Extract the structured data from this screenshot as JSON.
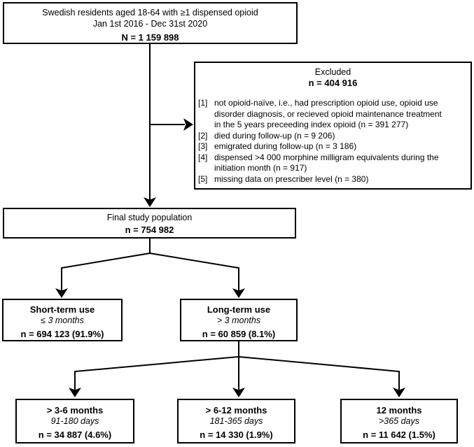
{
  "flowchart": {
    "top_box": {
      "line1": "Swedish residents aged 18-64 with ≥1 dispensed opioid",
      "line2": "Jan 1st 2016 - Dec 31st 2020",
      "n": "N = 1 159 898"
    },
    "excluded_box": {
      "title": "Excluded",
      "n": "n = 404 916",
      "items": [
        {
          "label": "[1]",
          "text": "not opioid-naïve, i.e., had prescription opioid use, opioid use\ndisorder diagnosis, or recieved opioid maintenance treatment\nin the 5 years preceeding index opioid (n = 391 277)"
        },
        {
          "label": "[2]",
          "text": "died during follow-up (n = 9 206)"
        },
        {
          "label": "[3]",
          "text": "emigrated during follow-up (n = 3 186)"
        },
        {
          "label": "[4]",
          "text": "dispensed >4 000 morphine milligram equivalents during the\ninitiation month (n = 917)"
        },
        {
          "label": "[5]",
          "text": "missing data on prescriber level (n = 380)"
        }
      ]
    },
    "final_box": {
      "title": "Final study population",
      "n": "n = 754 982"
    },
    "short_term_box": {
      "title": "Short-term use",
      "subtitle": "≤ 3 months",
      "n": "n = 694 123 (91.9%)"
    },
    "long_term_box": {
      "title": "Long-term use",
      "subtitle": "> 3 months",
      "n": "n = 60 859 (8.1%)"
    },
    "duration_boxes": [
      {
        "title": "> 3-6 months",
        "subtitle": "91-180 days",
        "n": "n = 34 887 (4.6%)"
      },
      {
        "title": "> 6-12 months",
        "subtitle": "181-365 days",
        "n": "n = 14 330 (1.9%)"
      },
      {
        "title": "12 months",
        "subtitle": ">365 days",
        "n": "n = 11 642 (1.5%)"
      }
    ],
    "colors": {
      "box_border": "#000000",
      "background": "#ffffff",
      "text": "#000000"
    }
  }
}
